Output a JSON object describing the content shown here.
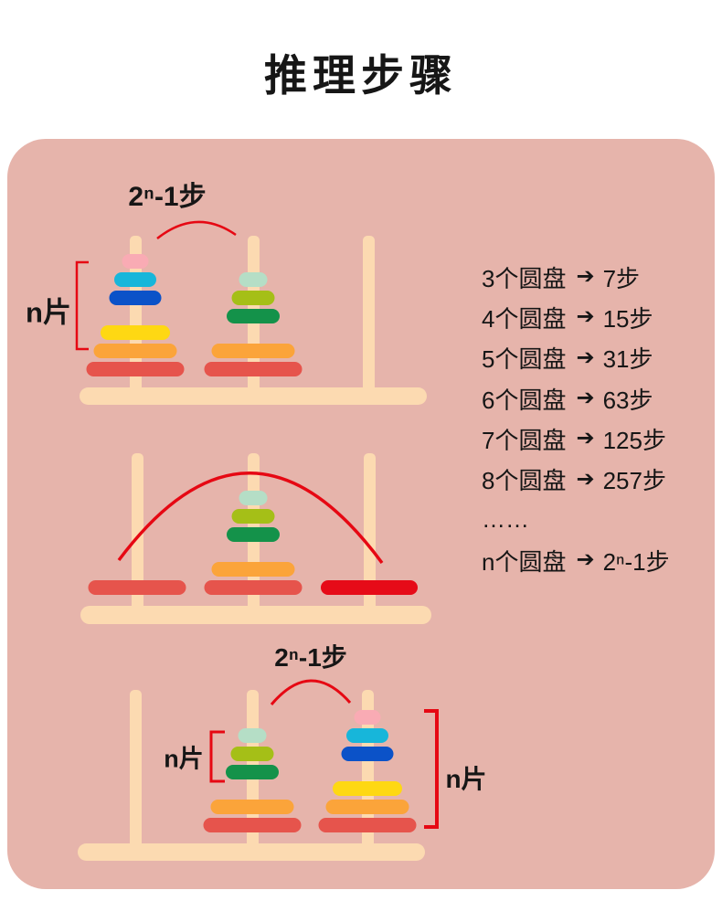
{
  "title": "推理步骤",
  "colors": {
    "panel_bg": "#e6b4ab",
    "wood": "#fcdab1",
    "accent_red": "#e60813",
    "text": "#161616",
    "discs": {
      "pink": "#f9abb4",
      "cyan": "#17b6da",
      "blue": "#0b52c8",
      "yellow": "#fed813",
      "orange": "#fba43a",
      "red": "#e6544c",
      "crimson": "#e60b18",
      "mint": "#b5dec6",
      "olive": "#a5bf17",
      "green": "#14924a"
    }
  },
  "steps_table": {
    "arrow": "➔",
    "rows": [
      {
        "disks": "3个圆盘",
        "steps": "7步"
      },
      {
        "disks": "4个圆盘",
        "steps": "15步"
      },
      {
        "disks": "5个圆盘",
        "steps": "31步"
      },
      {
        "disks": "6个圆盘",
        "steps": "63步"
      },
      {
        "disks": "7个圆盘",
        "steps": "125步"
      },
      {
        "disks": "8个圆盘",
        "steps": "257步"
      },
      {
        "disks": "……",
        "steps": null
      },
      {
        "disks": "n个圆盘",
        "steps": "2ⁿ-1步"
      }
    ]
  },
  "scenes": [
    {
      "name": "initial",
      "move_label": "2ⁿ-1步",
      "n_label": "n片",
      "pegs": [
        {
          "discs": [
            "pink",
            "cyan",
            "blue",
            "|",
            "yellow",
            "orange",
            "red"
          ]
        },
        {
          "discs": [
            "mint",
            "olive",
            "green",
            "|",
            "orange",
            "red"
          ]
        },
        {
          "discs": []
        }
      ]
    },
    {
      "name": "intermediate",
      "pegs": [
        {
          "discs": [
            "red"
          ]
        },
        {
          "discs": [
            "mint",
            "olive",
            "green",
            "|",
            "orange",
            "red"
          ]
        },
        {
          "discs": [
            "crimson"
          ]
        }
      ]
    },
    {
      "name": "final",
      "move_label": "2ⁿ-1步",
      "n_label_left": "n片",
      "n_label_right": "n片",
      "pegs": [
        {
          "discs": []
        },
        {
          "discs": [
            "mint",
            "olive",
            "green",
            "|",
            "orange",
            "red"
          ]
        },
        {
          "discs": [
            "pink",
            "cyan",
            "blue",
            "|",
            "yellow",
            "orange",
            "red"
          ]
        }
      ]
    }
  ]
}
